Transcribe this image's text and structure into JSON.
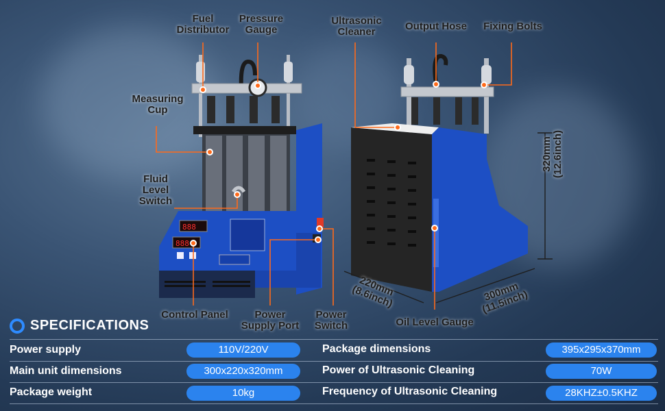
{
  "colors": {
    "accent": "#2b83ee",
    "marker": "#ff6a1a",
    "machine_blue": "#1d4fc4"
  },
  "callouts": {
    "fuel_distributor": "Fuel\nDistributor",
    "pressure_gauge": "Pressure\nGauge",
    "measuring_cup": "Measuring\nCup",
    "fluid_level_switch": "Fluid\nLevel\nSwitch",
    "control_panel": "Control Panel",
    "power_supply_port": "Power\nSupply Port",
    "power_switch": "Power\nSwitch",
    "ultrasonic_cleaner": "Ultrasonic\nCleaner",
    "output_hose": "Output Hose",
    "fixing_bolts": "Fixing Bolts",
    "oil_level_gauge": "Oil Level Gauge"
  },
  "dimensions": {
    "height": "320mm\n(12.6inch)",
    "depth": "220mm\n(8.6inch)",
    "width": "300mm\n(11.5inch)"
  },
  "panel_title": "FUEL INJECTOR CLEANER & TESTER",
  "specs": {
    "title": "SPECIFICATIONS",
    "left": [
      {
        "label": "Power supply",
        "value": "110V/220V"
      },
      {
        "label": "Main unit dimensions",
        "value": "300x220x320mm"
      },
      {
        "label": "Package weight",
        "value": "10kg"
      }
    ],
    "right": [
      {
        "label": "Package dimensions",
        "value": "395x295x370mm"
      },
      {
        "label": "Power of Ultrasonic Cleaning",
        "value": "70W"
      },
      {
        "label": "Frequency of Ultrasonic Cleaning",
        "value": "28KHZ±0.5KHZ"
      }
    ]
  }
}
